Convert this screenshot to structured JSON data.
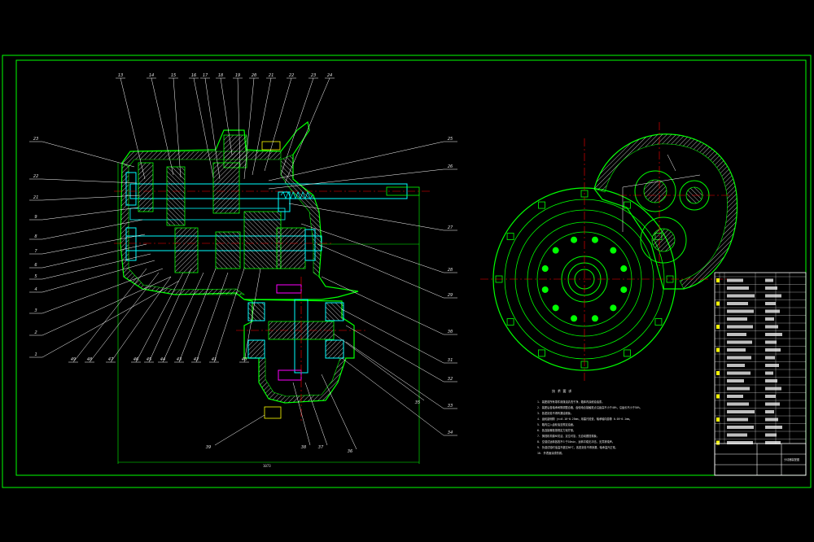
{
  "title_block": {
    "drawing_name": "分动器装配图"
  },
  "tech_notes": {
    "title": "技 术 要 求",
    "lines": [
      "1. 装配前所有零件用煤油清洗干净，箱体内涂耐油油漆。",
      "2. 装配后各轴承间隙调整合格，齿轮啮合接触斑点沿齿高不小于40%，沿齿长不小于50%。",
      "3. 各密封处不得有漏油现象。",
      "4. 齿轮副侧隙 jn=0.16~0.25mm，用塞尺检查，轴承轴向游隙 0.05~0.1mm。",
      "5. 箱内注入齿轮油至规定油面。",
      "6. 各连接螺栓按规定力矩拧紧。",
      "7. 换档机构操纵灵活，定位可靠，无自动脱档现象。",
      "8. 空载试运转各档不少于10min，运转平稳无冲击，无异常噪声。",
      "9. 负载试验时油温不超过80℃，各密封处不得渗漏，轴承温升正常。",
      "10. 外表面涂漆防锈。"
    ]
  },
  "dimension_label": "1073",
  "balloons": {
    "top": [
      "13",
      "14",
      "15",
      "16",
      "17",
      "18",
      "19",
      "20",
      "21",
      "22",
      "23",
      "24"
    ],
    "left": [
      "23",
      "22",
      "21",
      "9",
      "8",
      "7",
      "6",
      "5",
      "4",
      "3",
      "2",
      "1"
    ],
    "bottom": [
      "49",
      "48",
      "47",
      "46",
      "45",
      "44",
      "43",
      "42",
      "41",
      "40"
    ],
    "right": [
      "25",
      "26",
      "27",
      "28",
      "29",
      "30",
      "31",
      "32",
      "33",
      "34"
    ],
    "lower": [
      "39",
      "38",
      "37",
      "36",
      "35"
    ]
  },
  "colors": {
    "background": "#000000",
    "frame": "#00ff00",
    "outline": "#00ff00",
    "hatch": "#ffffff",
    "centerline": "#ff0000",
    "part_cyan": "#00ffff",
    "part_magenta": "#ff00ff",
    "part_yellow": "#ffff00",
    "leader": "#ffffff"
  }
}
